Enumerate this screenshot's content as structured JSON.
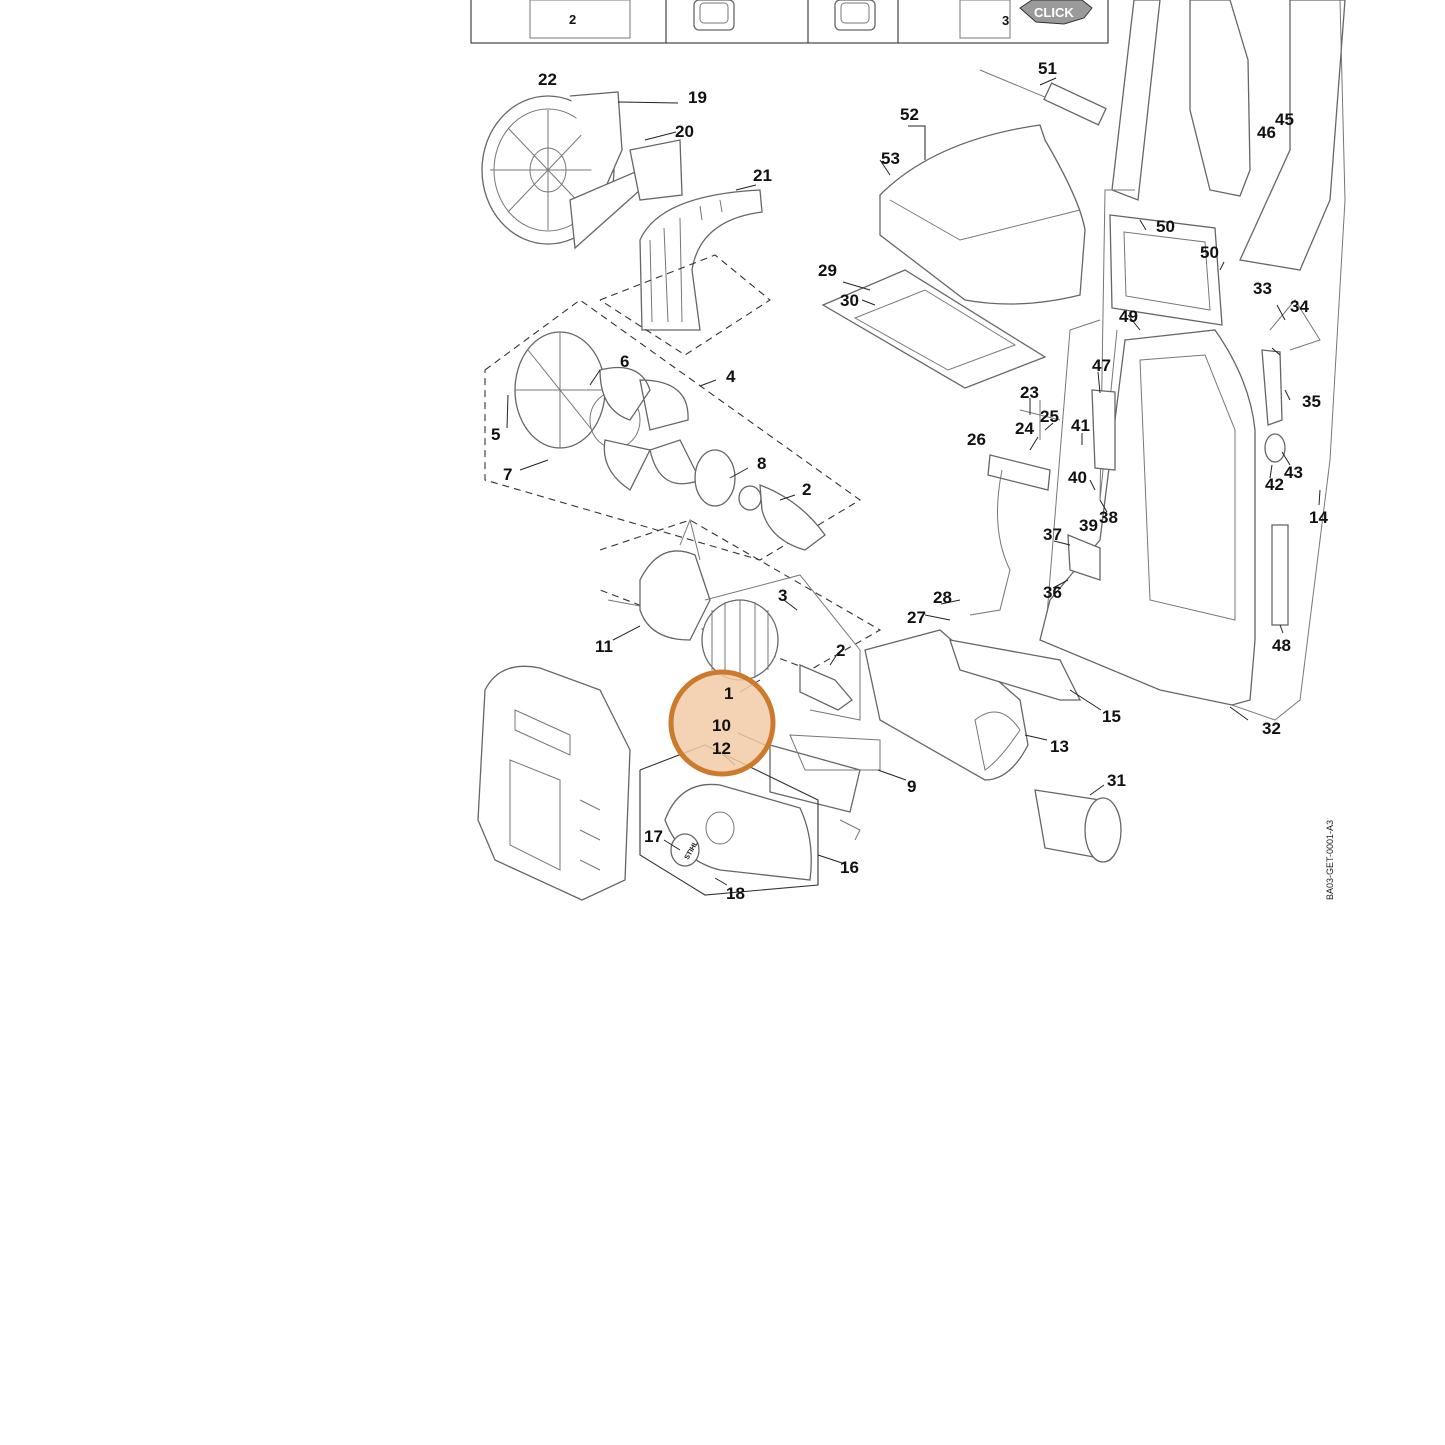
{
  "doc_code": "BA03-GET-0001-A3",
  "click_text": "CLICK",
  "step_labels": [
    "2",
    "3"
  ],
  "brand_text": "STIHL",
  "highlight_color": "#cc7a2c",
  "highlight_fill": "#f2cba8",
  "highlighted_parts": [
    "1",
    "10",
    "12"
  ],
  "part_labels": [
    "22",
    "19",
    "20",
    "21",
    "51",
    "52",
    "53",
    "45",
    "46",
    "50",
    "50",
    "29",
    "30",
    "33",
    "34",
    "49",
    "6",
    "4",
    "5",
    "7",
    "8",
    "2",
    "47",
    "23",
    "25",
    "24",
    "41",
    "26",
    "35",
    "43",
    "42",
    "40",
    "39",
    "38",
    "14",
    "37",
    "3",
    "36",
    "28",
    "27",
    "11",
    "2",
    "48",
    "1",
    "10",
    "12",
    "15",
    "13",
    "32",
    "31",
    "9",
    "17",
    "16",
    "18"
  ]
}
